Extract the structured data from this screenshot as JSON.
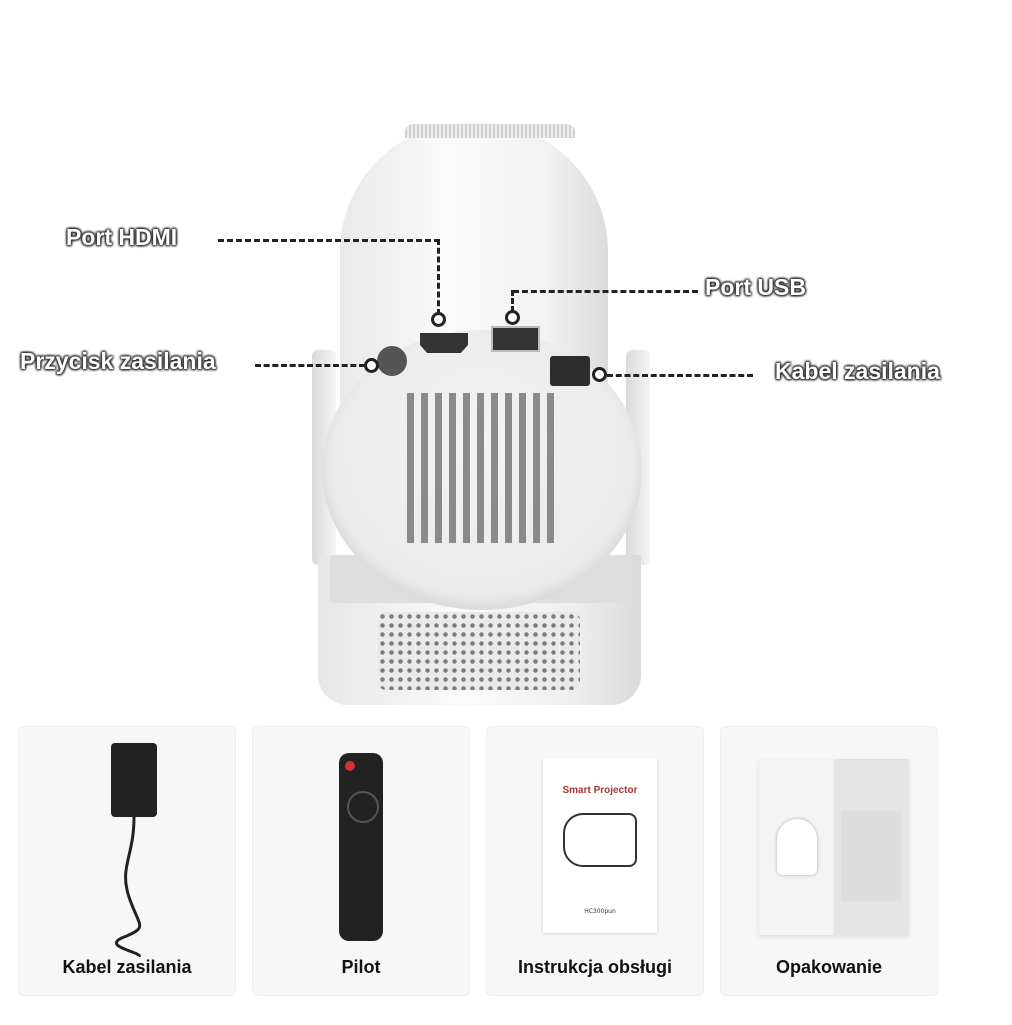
{
  "callouts": {
    "hdmi": "Port HDMI",
    "usb": "Port USB",
    "power_button": "Przycisk zasilania",
    "power_cable": "Kabel zasilania"
  },
  "accessories": [
    {
      "label": "Kabel zasilania",
      "icon": "power-adapter-icon"
    },
    {
      "label": "Pilot",
      "icon": "remote-icon"
    },
    {
      "label": "Instrukcja obsługi",
      "icon": "manual-icon"
    },
    {
      "label": "Opakowanie",
      "icon": "box-icon"
    }
  ],
  "manual": {
    "title": "Smart Projector",
    "model": "HC300pun"
  }
}
